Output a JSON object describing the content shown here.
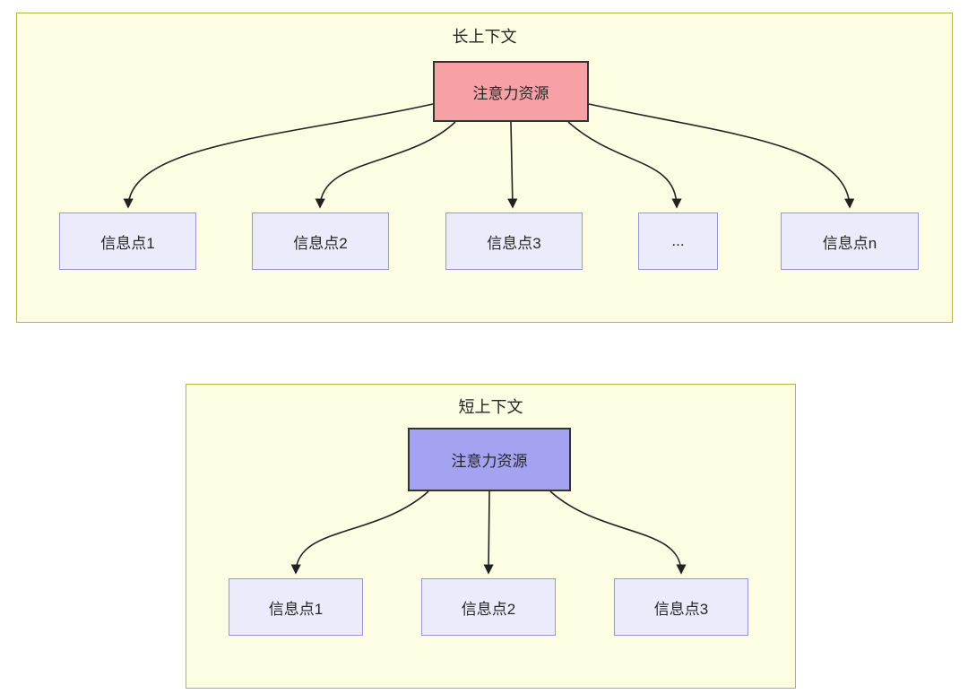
{
  "diagram": {
    "long_context": {
      "title": "长上下文",
      "attention_label": "注意力资源",
      "nodes": [
        {
          "label": "信息点1"
        },
        {
          "label": "信息点2"
        },
        {
          "label": "信息点3"
        },
        {
          "label": "..."
        },
        {
          "label": "信息点n"
        }
      ]
    },
    "short_context": {
      "title": "短上下文",
      "attention_label": "注意力资源",
      "nodes": [
        {
          "label": "信息点1"
        },
        {
          "label": "信息点2"
        },
        {
          "label": "信息点3"
        }
      ]
    },
    "colors": {
      "container_fill": "#fdfde3",
      "container_border": "#b4b44a",
      "attention_long_fill": "#f7a1a7",
      "attention_short_fill": "#a3a3f2",
      "node_fill": "#ebebfc",
      "node_border": "#9595d8",
      "box_border": "#333333",
      "arrow": "#222222"
    }
  }
}
